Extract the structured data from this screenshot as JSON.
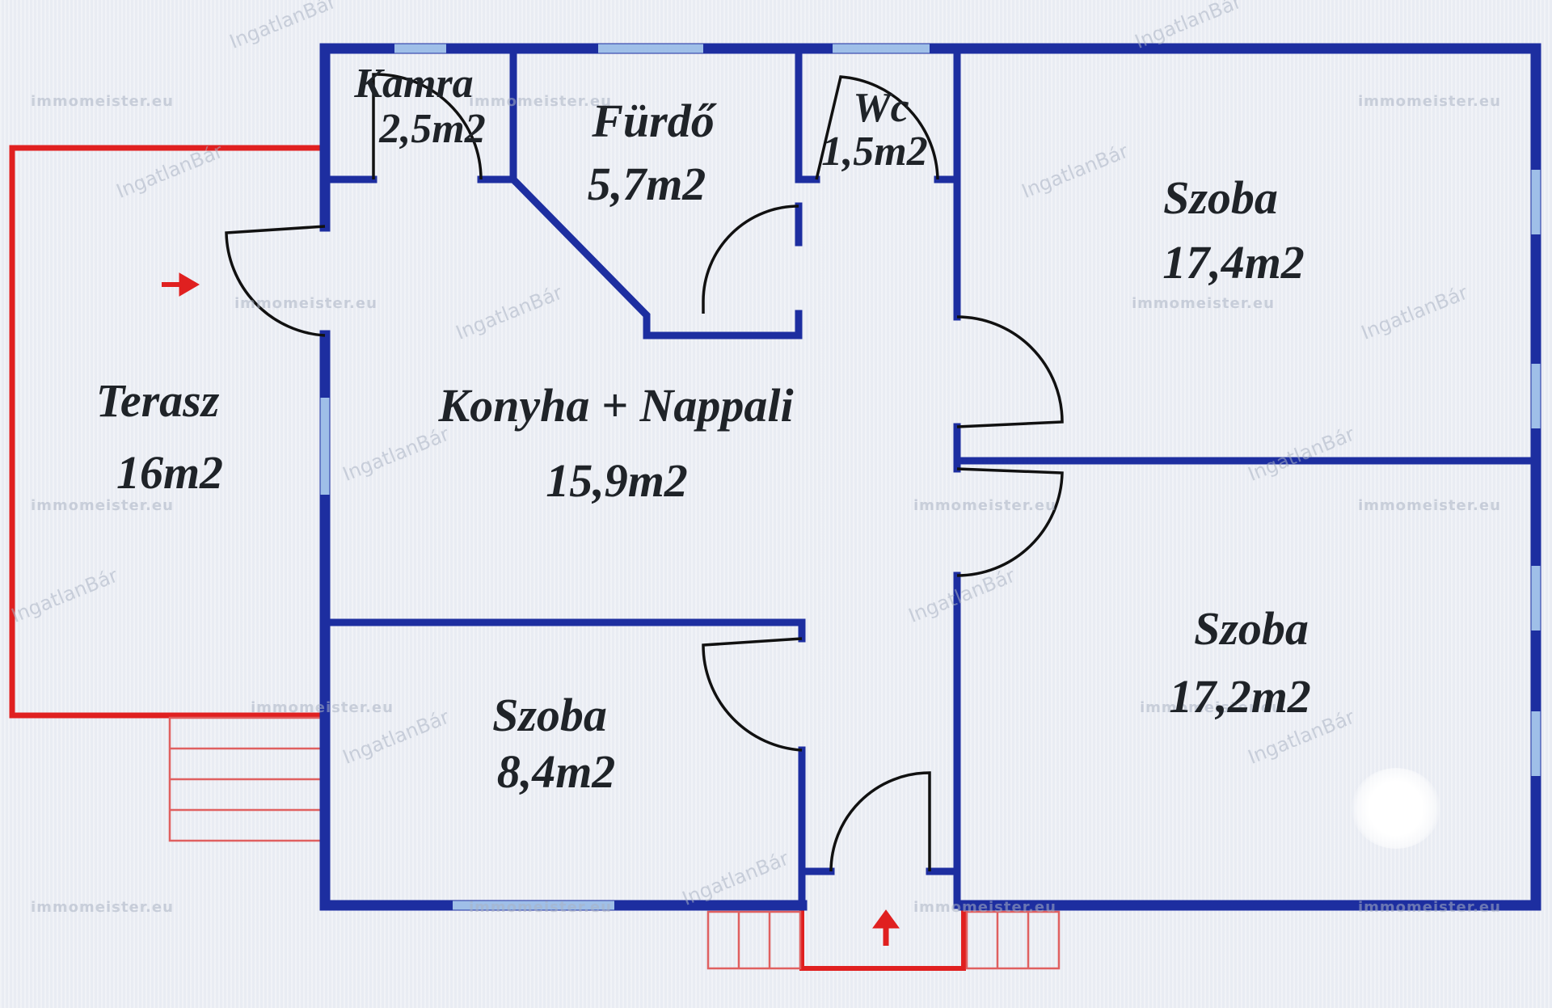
{
  "watermarks": {
    "site": "immomeister.eu",
    "brand": "IngatlanBár"
  },
  "rooms": [
    {
      "id": "kamra",
      "name": "Kamra",
      "area": "2,5m2"
    },
    {
      "id": "furdo",
      "name": "Fürdő",
      "area": "5,7m2"
    },
    {
      "id": "wc",
      "name": "Wc",
      "area": "1,5m2"
    },
    {
      "id": "szoba-ne",
      "name": "Szoba",
      "area": "17,4m2"
    },
    {
      "id": "terasz",
      "name": "Terasz",
      "area": "16m2"
    },
    {
      "id": "konyha",
      "name": "Konyha + Nappali",
      "area": "15,9m2"
    },
    {
      "id": "szoba-sw",
      "name": "Szoba",
      "area": "8,4m2"
    },
    {
      "id": "szoba-se",
      "name": "Szoba",
      "area": "17,2m2"
    }
  ],
  "colors": {
    "wall": "#1d2ea0",
    "terrace": "#e02020",
    "door": "#111111",
    "window": "#9fbfe8",
    "text": "#1f2328"
  },
  "icons": [
    "entry-arrow-icon",
    "terrace-arrow-icon"
  ]
}
